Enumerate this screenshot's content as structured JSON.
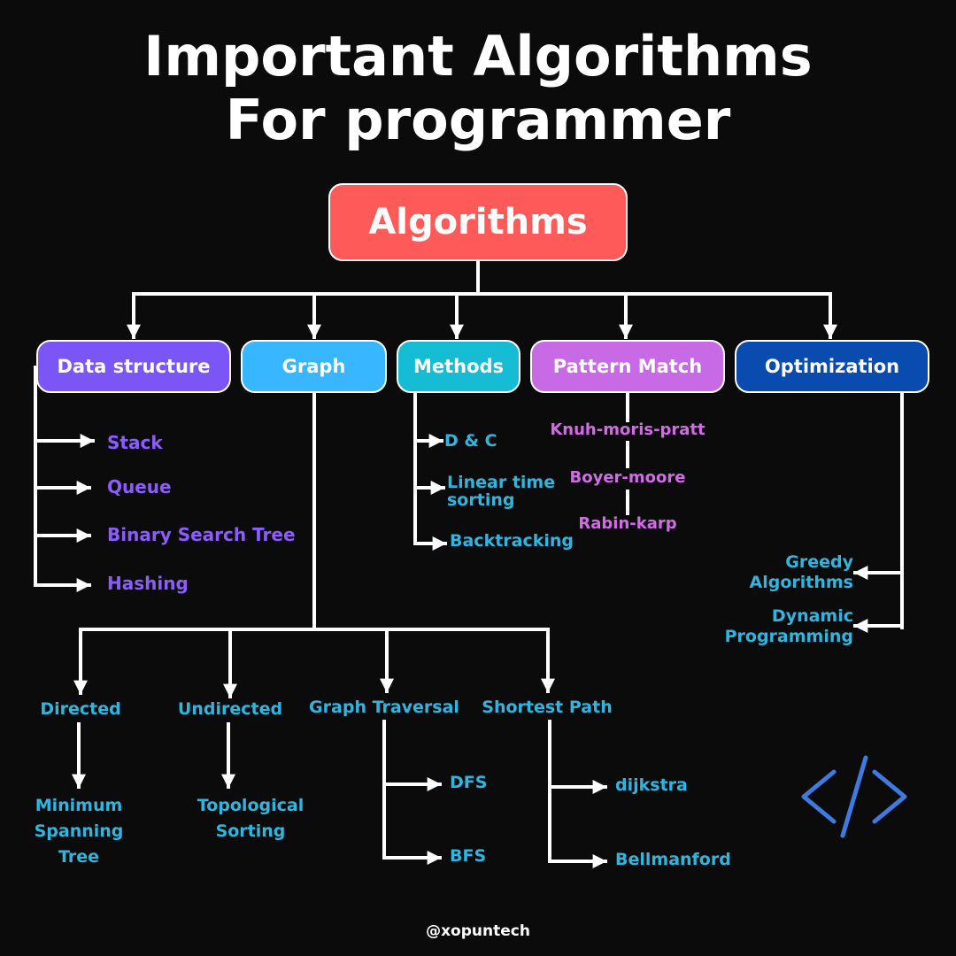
{
  "title": {
    "line1": "Important Algorithms",
    "line2": "For programmer"
  },
  "root": {
    "label": "Algorithms"
  },
  "categories": [
    {
      "label": "Data structure",
      "color": "#7b55f5"
    },
    {
      "label": "Graph",
      "color": "#38b6ff"
    },
    {
      "label": "Methods",
      "color": "#16bcd4"
    },
    {
      "label": "Pattern Match",
      "color": "#c86ae5"
    },
    {
      "label": "Optimization",
      "color": "#0a4bb0"
    }
  ],
  "data_structure_items": [
    "Stack",
    "Queue",
    "Binary Search Tree",
    "Hashing"
  ],
  "methods_items": [
    "D & C",
    "Linear time\nsorting",
    "Backtracking"
  ],
  "pattern_items": [
    "Knuh-moris-pratt",
    "Boyer-moore",
    "Rabin-karp"
  ],
  "optimization_items": [
    "Greedy\nAlgorithms",
    "Dynamic\nProgramming"
  ],
  "graph_types": [
    {
      "label": "Directed",
      "children": [
        "Minimum\nSpanning\nTree"
      ]
    },
    {
      "label": "Undirected",
      "children": [
        "Topological\nSorting"
      ]
    },
    {
      "label": "Graph Traversal",
      "children": [
        "DFS",
        "BFS"
      ]
    },
    {
      "label": "Shortest Path",
      "children": [
        "dijkstra",
        "Bellmanford"
      ]
    }
  ],
  "credit": "@xopuntech",
  "icons": {
    "code": "code-brackets-icon"
  },
  "colors": {
    "line": "#ffffff",
    "icon": "#3d7be0",
    "purple_text": "#8c5cff",
    "cyan_text": "#2fb6e0",
    "pink_text": "#d36be8"
  }
}
